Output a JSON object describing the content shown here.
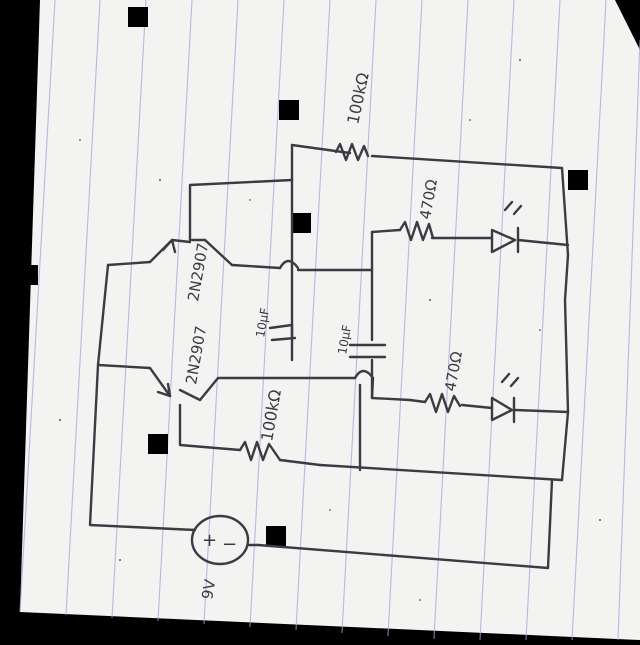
{
  "labels": {
    "r_top": "100kΩ",
    "r_led_top": "470Ω",
    "r_led_bottom": "470Ω",
    "r_base_bottom": "100kΩ",
    "q_top": "2N2907",
    "q_bottom": "2N2907",
    "c_left": "10µF",
    "c_right": "10µF",
    "battery": "9V",
    "battery_plus": "+",
    "battery_minus": "−"
  },
  "colors": {
    "paper": "#f3f3f1",
    "ink": "#3b3b44",
    "ruling": "#9aa9e6"
  }
}
